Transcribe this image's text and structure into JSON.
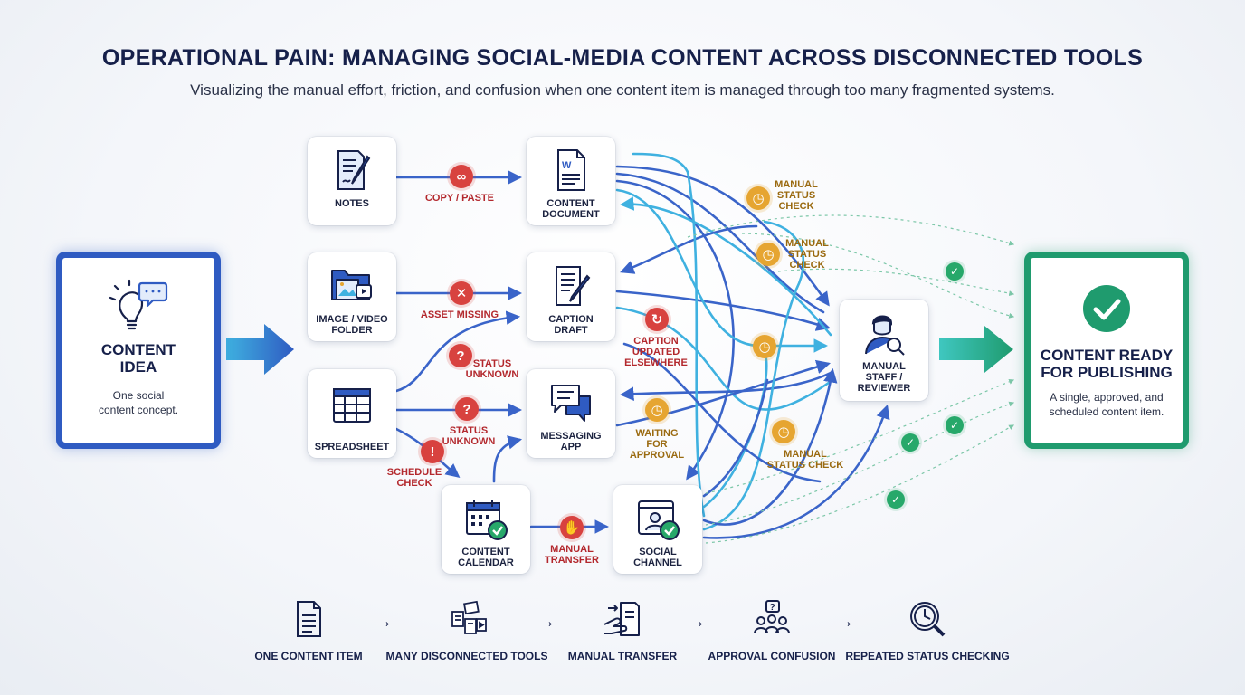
{
  "title": "OPERATIONAL PAIN: MANAGING SOCIAL-MEDIA CONTENT ACROSS DISCONNECTED TOOLS",
  "subtitle": "Visualizing the manual effort, friction, and confusion when one content item is managed through too many fragmented systems.",
  "start": {
    "title": "CONTENT\nIDEA",
    "description": "One social\ncontent concept.",
    "icon": "lightbulb-chat-icon"
  },
  "end": {
    "title": "CONTENT READY\nFOR PUBLISHING",
    "description": "A single, approved, and\nscheduled content item.",
    "icon": "check-circle-icon"
  },
  "tools": {
    "notes": {
      "label": "NOTES",
      "icon": "notes-icon"
    },
    "content_document": {
      "label": "CONTENT\nDOCUMENT",
      "icon": "word-document-icon"
    },
    "image_folder": {
      "label": "IMAGE / VIDEO\nFOLDER",
      "icon": "media-folder-icon"
    },
    "caption_draft": {
      "label": "CAPTION\nDRAFT",
      "icon": "caption-draft-icon"
    },
    "spreadsheet": {
      "label": "SPREADSHEET",
      "icon": "spreadsheet-icon"
    },
    "messaging_app": {
      "label": "MESSAGING\nAPP",
      "icon": "chat-bubbles-icon"
    },
    "content_calendar": {
      "label": "CONTENT\nCALENDAR",
      "icon": "calendar-check-icon"
    },
    "social_channel": {
      "label": "SOCIAL\nCHANNEL",
      "icon": "browser-profile-icon"
    },
    "reviewer": {
      "label": "MANUAL\nSTAFF /\nREVIEWER",
      "icon": "reviewer-magnifier-icon"
    }
  },
  "annotations": {
    "copy_paste": "COPY / PASTE",
    "asset_missing": "ASSET MISSING",
    "status_unknown_1": "STATUS\nUNKNOWN",
    "status_unknown_2": "STATUS\nUNKNOWN",
    "schedule_check": "SCHEDULE\nCHECK",
    "manual_transfer": "MANUAL\nTRANSFER",
    "caption_updated": "CAPTION\nUPDATED\nELSEWHERE",
    "waiting_approval": "WAITING\nFOR\nAPPROVAL",
    "manual_status_check_1": "MANUAL\nSTATUS\nCHECK",
    "manual_status_check_2": "MANUAL\nSTATUS\nCHECK",
    "manual_status_check_3": "MANUAL\nSTATUS CHECK"
  },
  "badge_glyphs": {
    "question": "?",
    "cross": "✕",
    "warning": "!",
    "check": "✓"
  },
  "legend": [
    {
      "label": "ONE CONTENT ITEM",
      "icon": "document-icon"
    },
    {
      "label": "MANY DISCONNECTED TOOLS",
      "icon": "scattered-files-icon"
    },
    {
      "label": "MANUAL TRANSFER",
      "icon": "hand-document-icon"
    },
    {
      "label": "APPROVAL CONFUSION",
      "icon": "people-question-icon"
    },
    {
      "label": "REPEATED STATUS CHECKING",
      "icon": "clock-magnifier-icon"
    }
  ],
  "legend_arrow": "→",
  "colors": {
    "primary_blue": "#2f5bc2",
    "light_blue": "#3fb1e0",
    "green": "#1f9b6e",
    "red": "#d8423f",
    "gold": "#e6a531"
  }
}
